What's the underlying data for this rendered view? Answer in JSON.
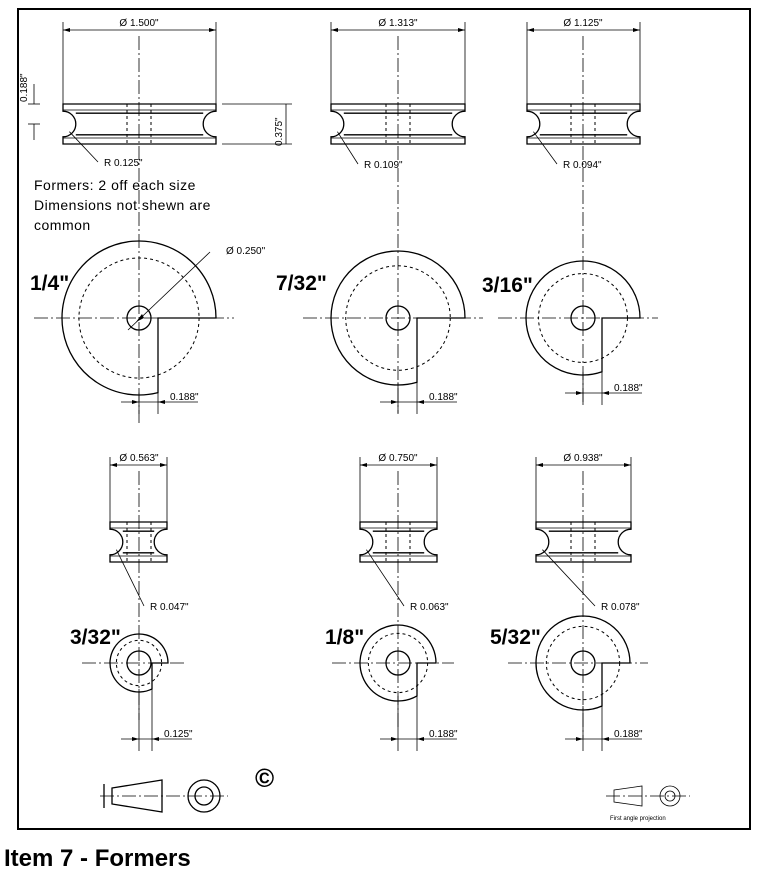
{
  "title": "Item 7 - Formers",
  "notes": [
    "Formers: 2 off each size",
    "Dimensions not shewn are",
    "common"
  ],
  "common_dimensions": {
    "width": "0.188\"",
    "height": "0.375\"",
    "bore": "Ø 0.250\""
  },
  "copyright_symbol": "©",
  "projection_label": "First angle projection",
  "formers": [
    {
      "size": "1/4\"",
      "diameter": "Ø 1.500\"",
      "groove_radius": "R 0.125\"",
      "gap": "0.188\""
    },
    {
      "size": "7/32\"",
      "diameter": "Ø 1.313\"",
      "groove_radius": "R 0.109\"",
      "gap": "0.188\""
    },
    {
      "size": "3/16\"",
      "diameter": "Ø 1.125\"",
      "groove_radius": "R 0.094\"",
      "gap": "0.188\""
    },
    {
      "size": "3/32\"",
      "diameter": "Ø 0.563\"",
      "groove_radius": "R 0.047\"",
      "gap": "0.125\""
    },
    {
      "size": "1/8\"",
      "diameter": "Ø 0.750\"",
      "groove_radius": "R 0.063\"",
      "gap": "0.188\""
    },
    {
      "size": "5/32\"",
      "diameter": "Ø 0.938\"",
      "groove_radius": "R 0.078\"",
      "gap": "0.188\""
    }
  ]
}
